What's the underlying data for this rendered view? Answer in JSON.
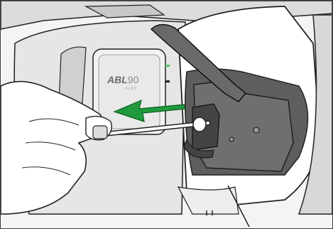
{
  "device": {
    "brand_label": "ABL",
    "model_number": "90",
    "sub_label": "FLEX"
  },
  "colors": {
    "arrow_green": "#1f9a3c",
    "cartridge_gray": "#6f6f6f",
    "device_gray": "#d9d9d9",
    "outline": "#222222"
  },
  "icons": [
    "direction-arrow-icon",
    "status-led-icon"
  ]
}
